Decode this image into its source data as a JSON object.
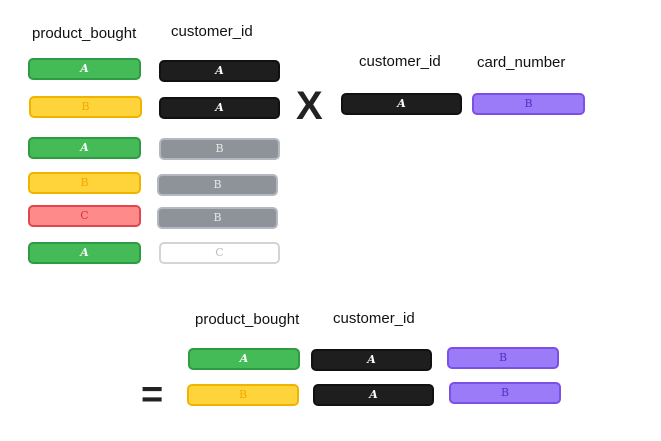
{
  "left_table": {
    "headers": [
      "product_bought",
      "customer_id"
    ],
    "rows": [
      [
        "A",
        "A"
      ],
      [
        "B",
        "A"
      ],
      [
        "A",
        "B"
      ],
      [
        "B",
        "B"
      ],
      [
        "C",
        "B"
      ],
      [
        "A",
        "C"
      ]
    ]
  },
  "operator_cross": "X",
  "right_table": {
    "headers": [
      "customer_id",
      "card_number"
    ],
    "rows": [
      [
        "A",
        "B"
      ]
    ]
  },
  "operator_equals": "=",
  "result_table": {
    "headers": [
      "product_bought",
      "customer_id"
    ],
    "rows": [
      [
        "A",
        "A",
        "B"
      ],
      [
        "B",
        "A",
        "B"
      ]
    ]
  },
  "colors": {
    "product_A": "#44bb57",
    "product_B": "#ffd43b",
    "product_C": "#ff8a8a",
    "customer_A": "#1e1e1e",
    "customer_B": "#8e9299",
    "customer_C": "#ffffff",
    "card_B": "#9b7bf7"
  }
}
